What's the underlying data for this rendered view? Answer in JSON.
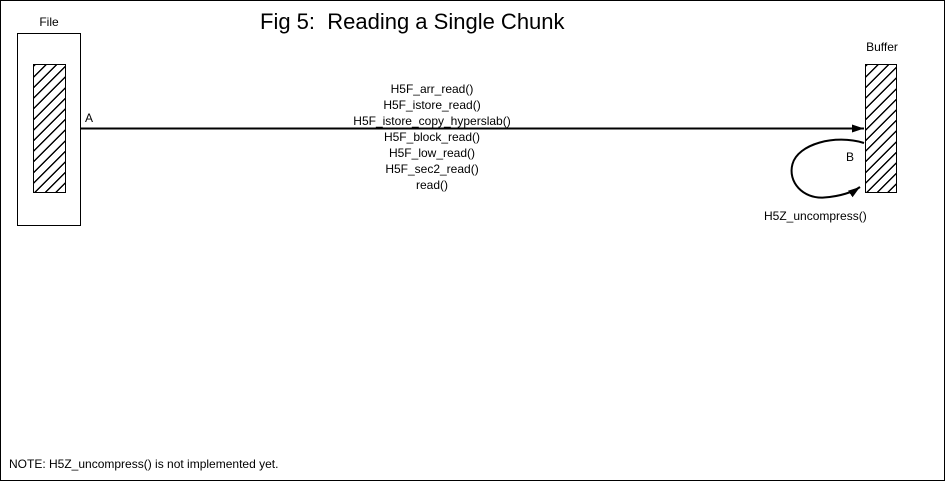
{
  "title": "Fig 5:  Reading a Single Chunk",
  "file": {
    "label": "File"
  },
  "buffer": {
    "label": "Buffer"
  },
  "read_flow": {
    "arrow_label": "A",
    "functions": [
      "H5F_arr_read()",
      "H5F_istore_read()",
      "H5F_istore_copy_hyperslab()",
      "H5F_block_read()",
      "H5F_low_read()",
      "H5F_sec2_read()",
      "read()"
    ]
  },
  "uncompress_loop": {
    "arrow_label": "B",
    "function": "H5Z_uncompress()"
  },
  "note": "NOTE: H5Z_uncompress() is not implemented yet.",
  "colors": {
    "ink": "#000000",
    "background": "#ffffff"
  }
}
